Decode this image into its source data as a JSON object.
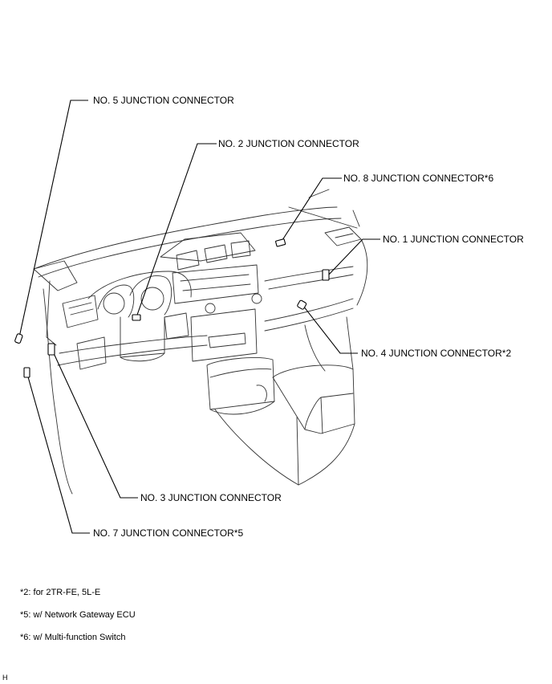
{
  "labels": {
    "no5": "NO. 5 JUNCTION CONNECTOR",
    "no2": "NO. 2 JUNCTION CONNECTOR",
    "no8": "NO. 8 JUNCTION CONNECTOR*6",
    "no1": "NO. 1 JUNCTION CONNECTOR",
    "no4": "NO. 4 JUNCTION CONNECTOR*2",
    "no3": "NO. 3 JUNCTION CONNECTOR",
    "no7": "NO. 7 JUNCTION CONNECTOR*5"
  },
  "notes": [
    "*2: for 2TR-FE, 5L-E",
    "*5: w/ Network Gateway ECU",
    "*6: w/ Multi-function Switch"
  ],
  "corner_code": "H"
}
